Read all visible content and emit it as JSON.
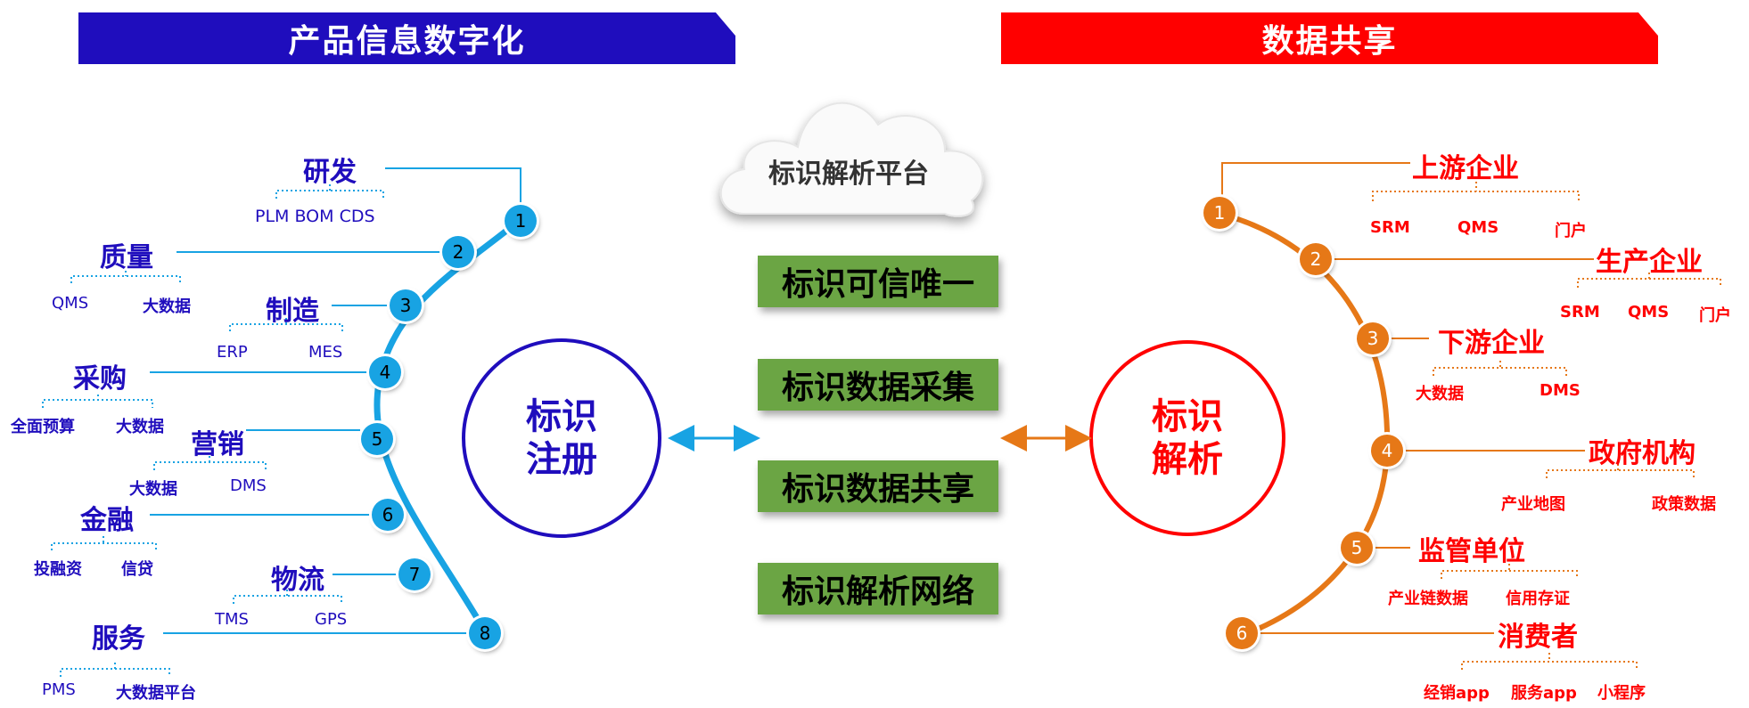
{
  "banners": {
    "left": "产品信息数字化",
    "right": "数据共享"
  },
  "cloud": "标识解析平台",
  "features": [
    "标识可信唯一",
    "标识数据采集",
    "标识数据共享",
    "标识解析网络"
  ],
  "left_circle": {
    "line1": "标识",
    "line2": "注册"
  },
  "right_circle": {
    "line1": "标识",
    "line2": "解析"
  },
  "left_nodes": [
    {
      "num": "1",
      "label": "研发",
      "subs": [
        "PLM BOM CDS"
      ]
    },
    {
      "num": "2",
      "label": "质量",
      "subs": [
        "QMS",
        "大数据"
      ]
    },
    {
      "num": "3",
      "label": "制造",
      "subs": [
        "ERP",
        "MES"
      ]
    },
    {
      "num": "4",
      "label": "采购",
      "subs": [
        "全面预算",
        "大数据"
      ]
    },
    {
      "num": "5",
      "label": "营销",
      "subs": [
        "大数据",
        "DMS"
      ]
    },
    {
      "num": "6",
      "label": "金融",
      "subs": [
        "投融资",
        "信贷"
      ]
    },
    {
      "num": "7",
      "label": "物流",
      "subs": [
        "TMS",
        "GPS"
      ]
    },
    {
      "num": "8",
      "label": "服务",
      "subs": [
        "PMS",
        "大数据平台"
      ]
    }
  ],
  "right_nodes": [
    {
      "num": "1",
      "label": "上游企业",
      "subs": [
        "SRM",
        "QMS",
        "门户"
      ]
    },
    {
      "num": "2",
      "label": "生产企业",
      "subs": [
        "SRM",
        "QMS",
        "门户"
      ]
    },
    {
      "num": "3",
      "label": "下游企业",
      "subs": [
        "大数据",
        "DMS"
      ]
    },
    {
      "num": "4",
      "label": "政府机构",
      "subs": [
        "产业地图",
        "政策数据"
      ]
    },
    {
      "num": "5",
      "label": "监管单位",
      "subs": [
        "产业链数据",
        "信用存证"
      ]
    },
    {
      "num": "6",
      "label": "消费者",
      "subs": [
        "经销app",
        "服务app",
        "小程序"
      ]
    }
  ],
  "colors": {
    "blue_dark": "#1f0dbd",
    "blue_light": "#18a3e3",
    "red": "#ff0000",
    "orange": "#e67817",
    "green": "#6ba544"
  }
}
